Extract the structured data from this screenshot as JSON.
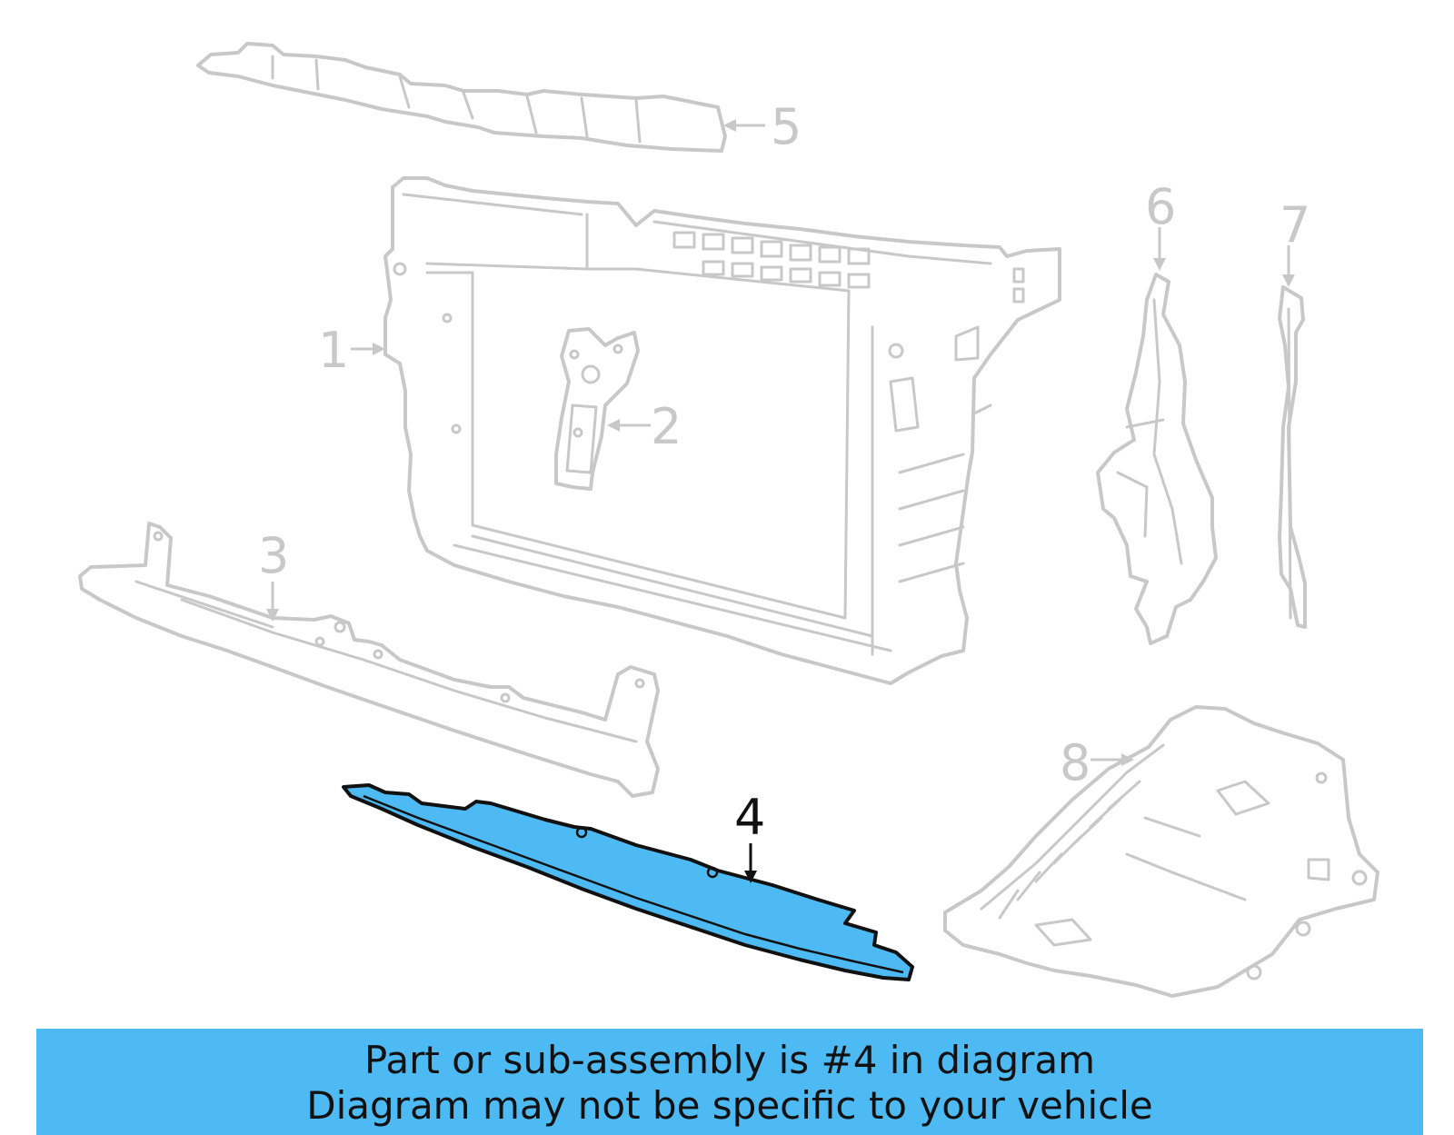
{
  "diagram": {
    "callouts": [
      {
        "id": "1",
        "label": "1",
        "active": false
      },
      {
        "id": "2",
        "label": "2",
        "active": false
      },
      {
        "id": "3",
        "label": "3",
        "active": false
      },
      {
        "id": "4",
        "label": "4",
        "active": true
      },
      {
        "id": "5",
        "label": "5",
        "active": false
      },
      {
        "id": "6",
        "label": "6",
        "active": false
      },
      {
        "id": "7",
        "label": "7",
        "active": false
      },
      {
        "id": "8",
        "label": "8",
        "active": false
      }
    ],
    "highlight_color": "#4ebaf4",
    "ghost_color": "#c8c8c8"
  },
  "banner": {
    "line1": "Part or sub-assembly is #4 in diagram",
    "line2": "Diagram may not be specific to your vehicle",
    "background": "#4ebaf4"
  }
}
